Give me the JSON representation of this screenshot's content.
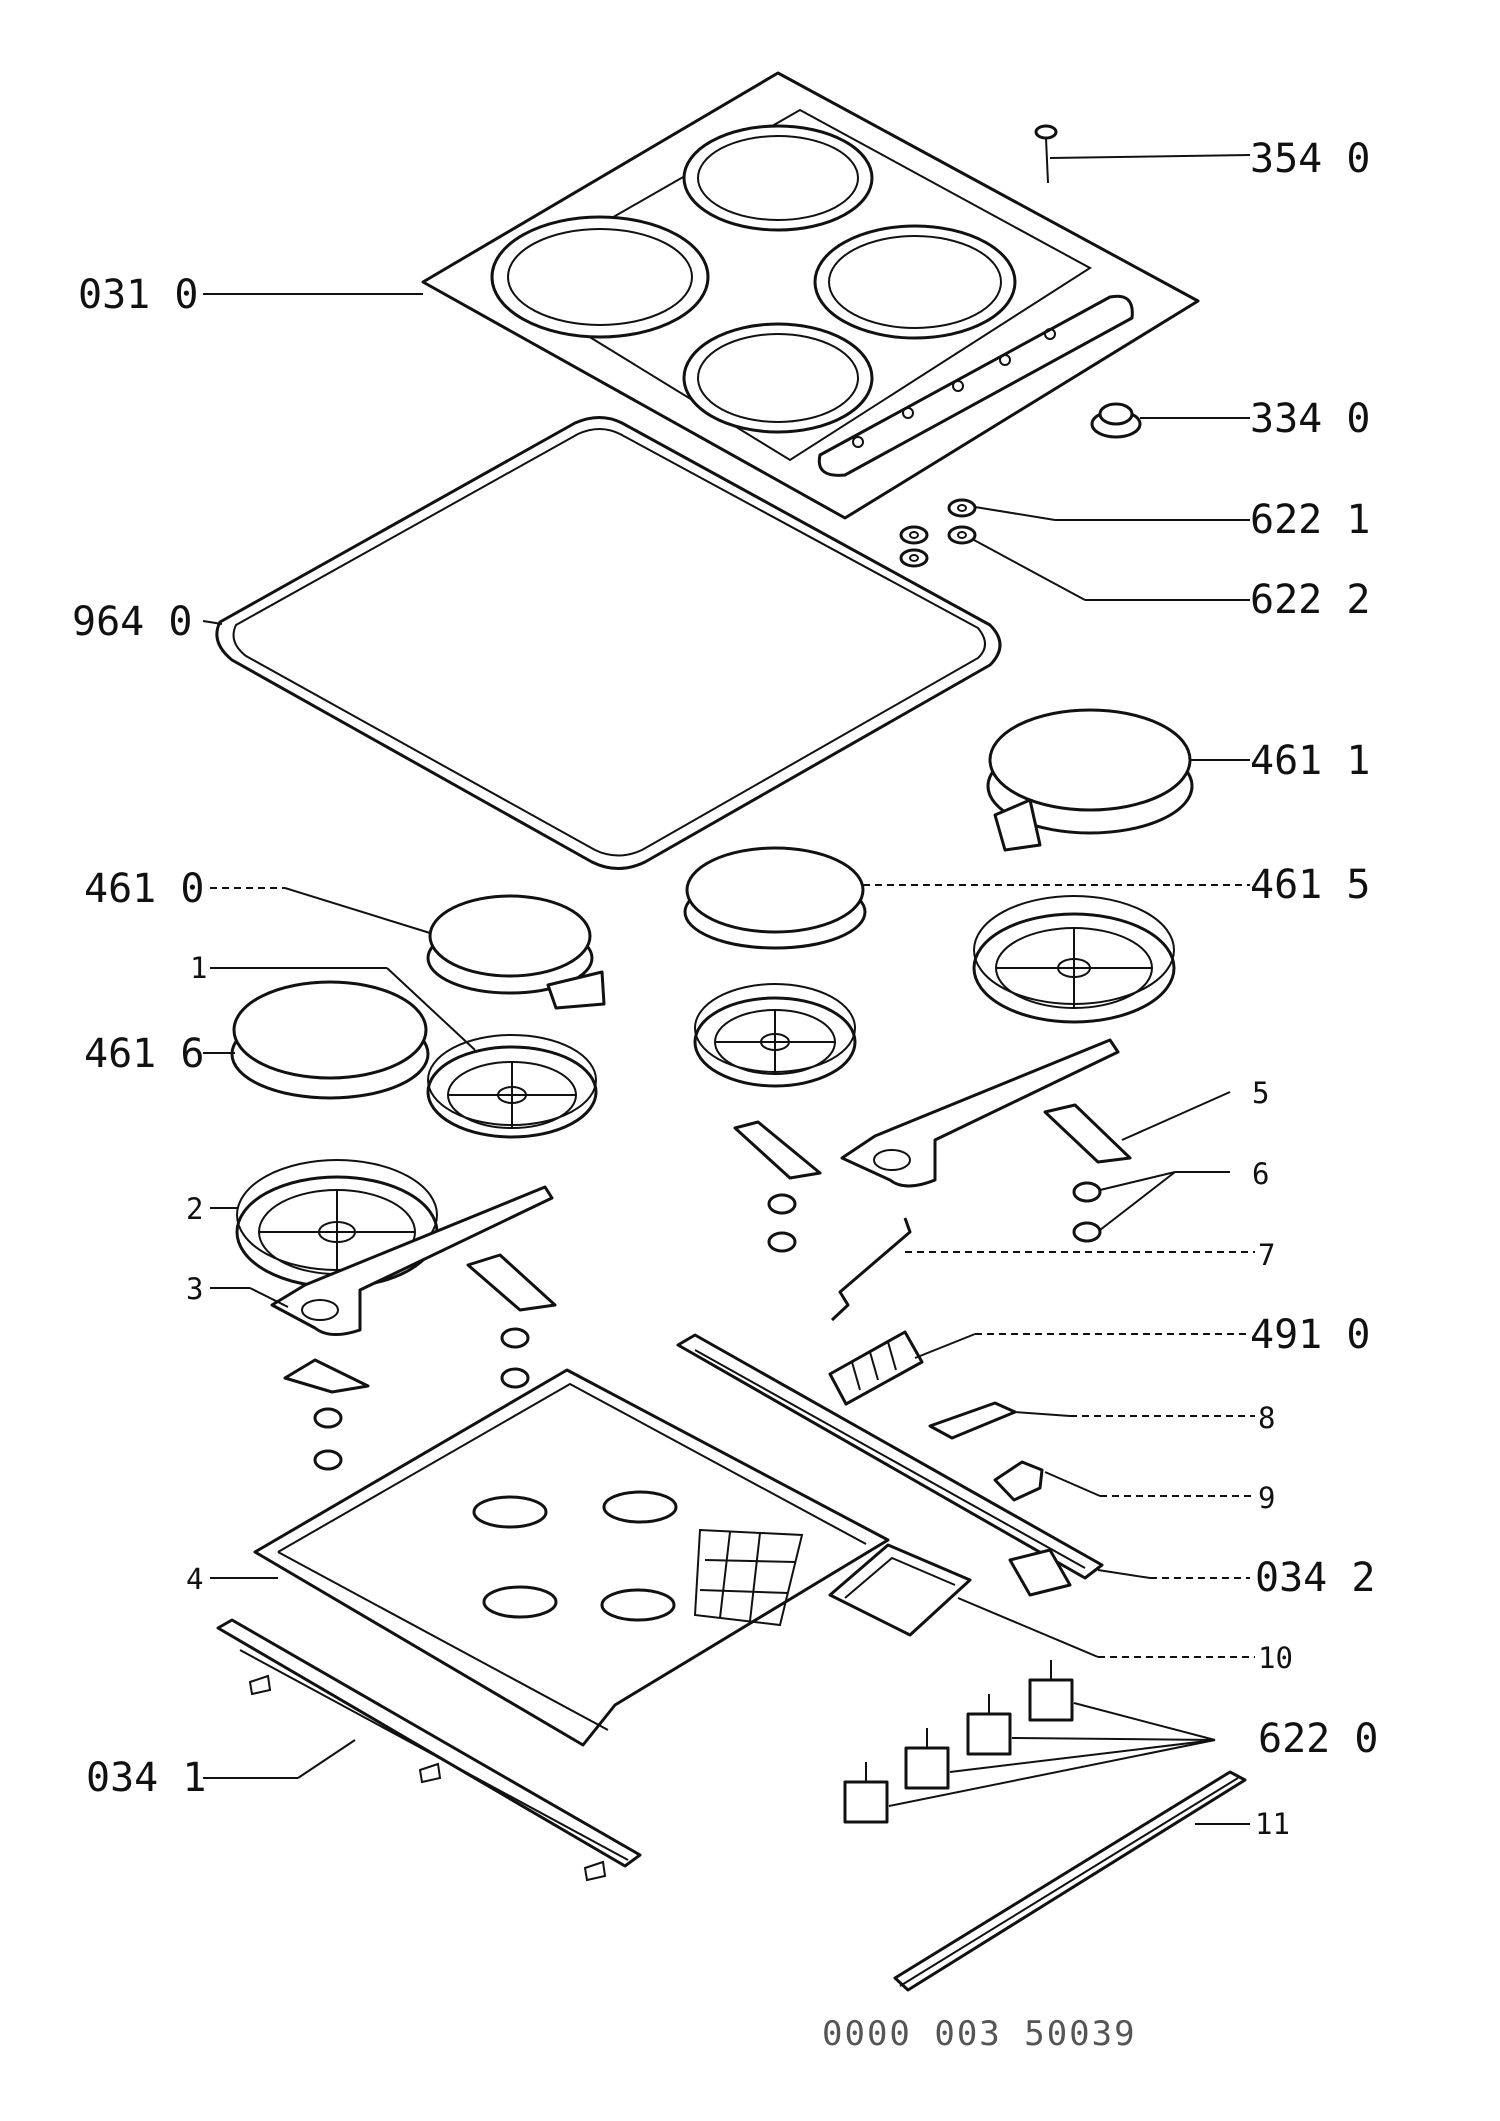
{
  "labels": {
    "l354_0": "354 0",
    "l031_0": "031 0",
    "l334_0": "334 0",
    "l622_1": "622 1",
    "l622_2": "622 2",
    "l964_0": "964 0",
    "l461_1": "461 1",
    "l461_0": "461 0",
    "l461_5": "461 5",
    "l1": "1",
    "l461_6": "461 6",
    "l5": "5",
    "l6": "6",
    "l2": "2",
    "l7": "7",
    "l3": "3",
    "l491_0": "491 0",
    "l8": "8",
    "l9": "9",
    "l4": "4",
    "l034_2": "034 2",
    "l10": "10",
    "l622_0": "622 0",
    "l034_1": "034 1",
    "l11": "11"
  },
  "drawing_code": "0000 003 50039"
}
